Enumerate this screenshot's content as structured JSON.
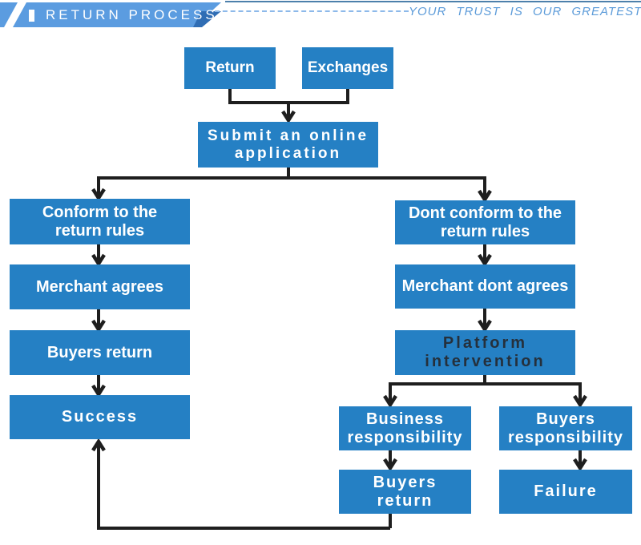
{
  "header": {
    "title": "RETURN PROCESS",
    "slogan": "YOUR TRUST IS OUR GREATEST SUPPORT"
  },
  "colors": {
    "banner_blue": "#5b9ce0",
    "banner_fold_blue": "#2f6db4",
    "top_line_blue": "#4d80ab",
    "dashed_line_blue": "#8db9ea",
    "slogan_blue": "#5c9bd9",
    "node_blue": "#2580c4",
    "node_text_white": "#ffffff",
    "platform_text_dark": "#25303c",
    "connector_black": "#1e1e1e"
  },
  "flowchart": {
    "nodes": {
      "return": "Return",
      "exchanges": "Exchanges",
      "submit": "Submit an online\napplication",
      "conform": "Conform to the\nreturn rules",
      "merchant_agrees": "Merchant agrees",
      "buyers_return_left": "Buyers return",
      "success": "Success",
      "dont_conform": "Dont conform to the\nreturn rules",
      "merchant_dont_agrees": "Merchant dont agrees",
      "platform_intervention": "Platform\nintervention",
      "business_responsibility": "Business\nresponsibility",
      "buyers_responsibility": "Buyers\nresponsibility",
      "buyers_return_bottom": "Buyers\nreturn",
      "failure": "Failure"
    }
  }
}
